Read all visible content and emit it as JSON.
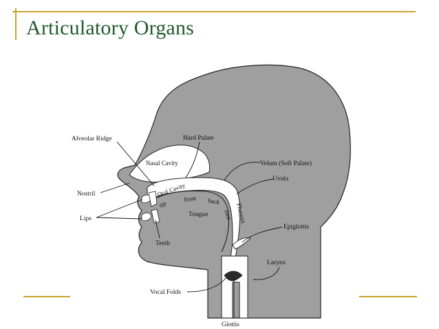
{
  "slide": {
    "title": "Articulatory Organs",
    "colors": {
      "title": "#1f5a2a",
      "accent_line": "#c8a12a",
      "tissue": "#9f9f9f",
      "cavity": "#ffffff"
    }
  },
  "diagram": {
    "labels": {
      "alveolar_ridge": "Alveolar Ridge",
      "hard_palate": "Hard Palate",
      "nasal_cavity": "Nasal Cavity",
      "velum": "Velum (Soft Palate)",
      "uvula": "Uvula",
      "nostril": "Nostril",
      "oral_cavity": "Oral Cavity",
      "tip": "tip",
      "front": "front",
      "back": "back",
      "root": "root",
      "pharynx": "Pharynx",
      "tongue": "Tongue",
      "lips": "Lips",
      "teeth": "Teeth",
      "epiglottis": "Epiglottis",
      "larynx": "Larynx",
      "vocal_folds": "Vocal Folds",
      "glottis": "Glottis"
    }
  }
}
